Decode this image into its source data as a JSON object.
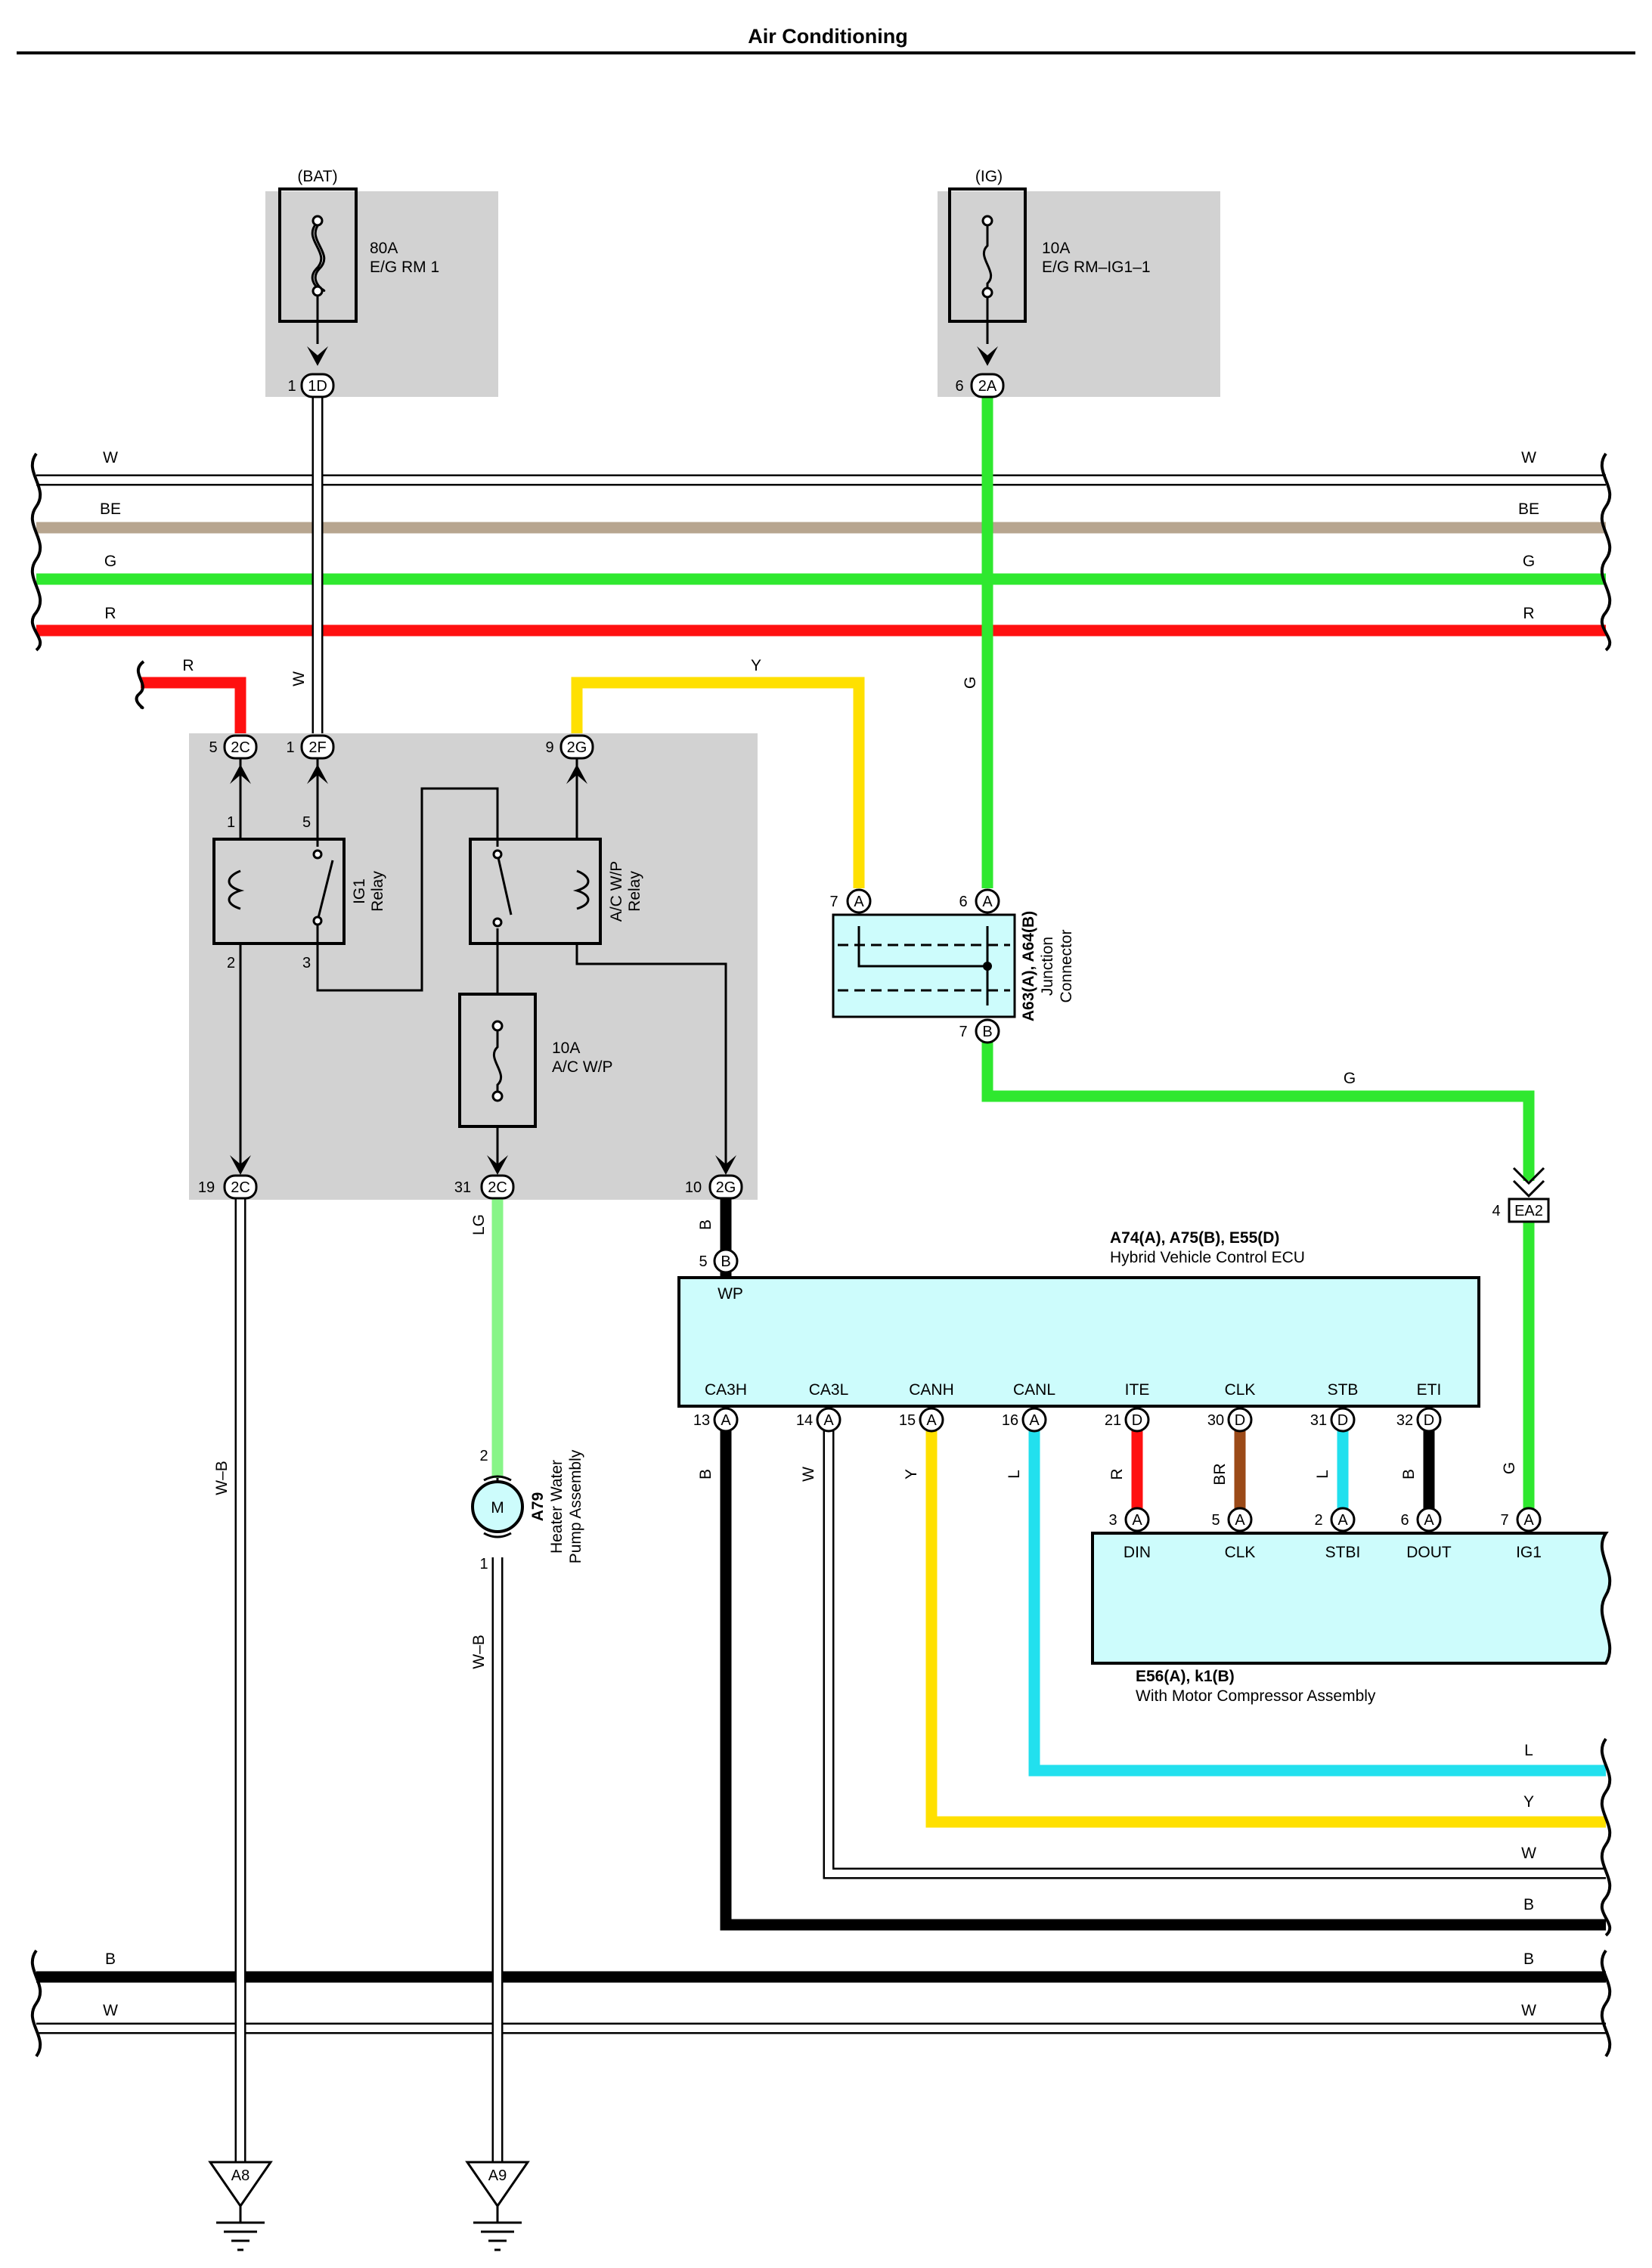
{
  "title": "Air Conditioning",
  "colors": {
    "W": "#ffffff",
    "BE": "#b7a58f",
    "G": "#2fe82f",
    "R": "#ff1010",
    "Y": "#ffe000",
    "B": "#000000",
    "LG": "#88f588",
    "L": "#22e0ee",
    "BR": "#9b4a18",
    "box_gray": "#d2d2d2",
    "ecu_fill": "#cdfcfc"
  },
  "supply": {
    "bat": {
      "label": "(BAT)",
      "fuse_amp": "80A",
      "fuse_name": "E/G RM 1",
      "pin": "1",
      "conn": "1D"
    },
    "ig": {
      "label": "(IG)",
      "fuse_amp": "10A",
      "fuse_name": "E/G RM–IG1–1",
      "pin": "6",
      "conn": "2A"
    }
  },
  "wire_labels": {
    "W": "W",
    "BE": "BE",
    "G": "G",
    "R": "R",
    "Y": "Y",
    "B": "B",
    "LG": "LG",
    "L": "L",
    "BR": "BR",
    "WB": "W–B"
  },
  "relay_block": {
    "conns": {
      "c2C_top": {
        "pin": "5",
        "conn": "2C"
      },
      "c2F_top": {
        "pin": "1",
        "conn": "2F"
      },
      "c2G_top": {
        "pin": "9",
        "conn": "2G"
      },
      "c2C_bot19": {
        "pin": "19",
        "conn": "2C"
      },
      "c2C_bot31": {
        "pin": "31",
        "conn": "2C"
      },
      "c2G_bot10": {
        "pin": "10",
        "conn": "2G"
      }
    },
    "ig1_relay": {
      "line1": "IG1",
      "line2": "Relay",
      "p1": "1",
      "p5": "5",
      "p2": "2",
      "p3": "3"
    },
    "acwp_relay": {
      "line1": "A/C W/P",
      "line2": "Relay"
    },
    "fuse": {
      "amp": "10A",
      "name": "A/C W/P"
    }
  },
  "junction": {
    "id": "A63(A), A64(B)",
    "line1": "Junction",
    "line2": "Connector",
    "pA7": {
      "pin": "7",
      "letter": "A"
    },
    "pA6": {
      "pin": "6",
      "letter": "A"
    },
    "pB7": {
      "pin": "7",
      "letter": "B"
    }
  },
  "ea2": {
    "pin": "4",
    "conn": "EA2"
  },
  "ecu": {
    "id": "A74(A), A75(B), E55(D)",
    "name": "Hybrid Vehicle Control ECU",
    "wp": {
      "pin": "5",
      "letter": "B",
      "label": "WP"
    },
    "terminals": [
      {
        "pin": "13",
        "letter": "A",
        "label": "CA3H"
      },
      {
        "pin": "14",
        "letter": "A",
        "label": "CA3L"
      },
      {
        "pin": "15",
        "letter": "A",
        "label": "CANH"
      },
      {
        "pin": "16",
        "letter": "A",
        "label": "CANL"
      },
      {
        "pin": "21",
        "letter": "D",
        "label": "ITE"
      },
      {
        "pin": "30",
        "letter": "D",
        "label": "CLK"
      },
      {
        "pin": "31",
        "letter": "D",
        "label": "STB"
      },
      {
        "pin": "32",
        "letter": "D",
        "label": "ETI"
      }
    ]
  },
  "compressor": {
    "id": "E56(A), k1(B)",
    "name": "With Motor Compressor Assembly",
    "terminals": [
      {
        "pin": "3",
        "letter": "A",
        "label": "DIN"
      },
      {
        "pin": "5",
        "letter": "A",
        "label": "CLK"
      },
      {
        "pin": "2",
        "letter": "A",
        "label": "STBI"
      },
      {
        "pin": "6",
        "letter": "A",
        "label": "DOUT"
      },
      {
        "pin": "7",
        "letter": "A",
        "label": "IG1"
      }
    ]
  },
  "pump": {
    "id": "A79",
    "line1": "Heater Water",
    "line2": "Pump Assembly",
    "symbol": "M",
    "pin_top": "2",
    "pin_bot": "1"
  },
  "grounds": {
    "a8": "A8",
    "a9": "A9"
  }
}
